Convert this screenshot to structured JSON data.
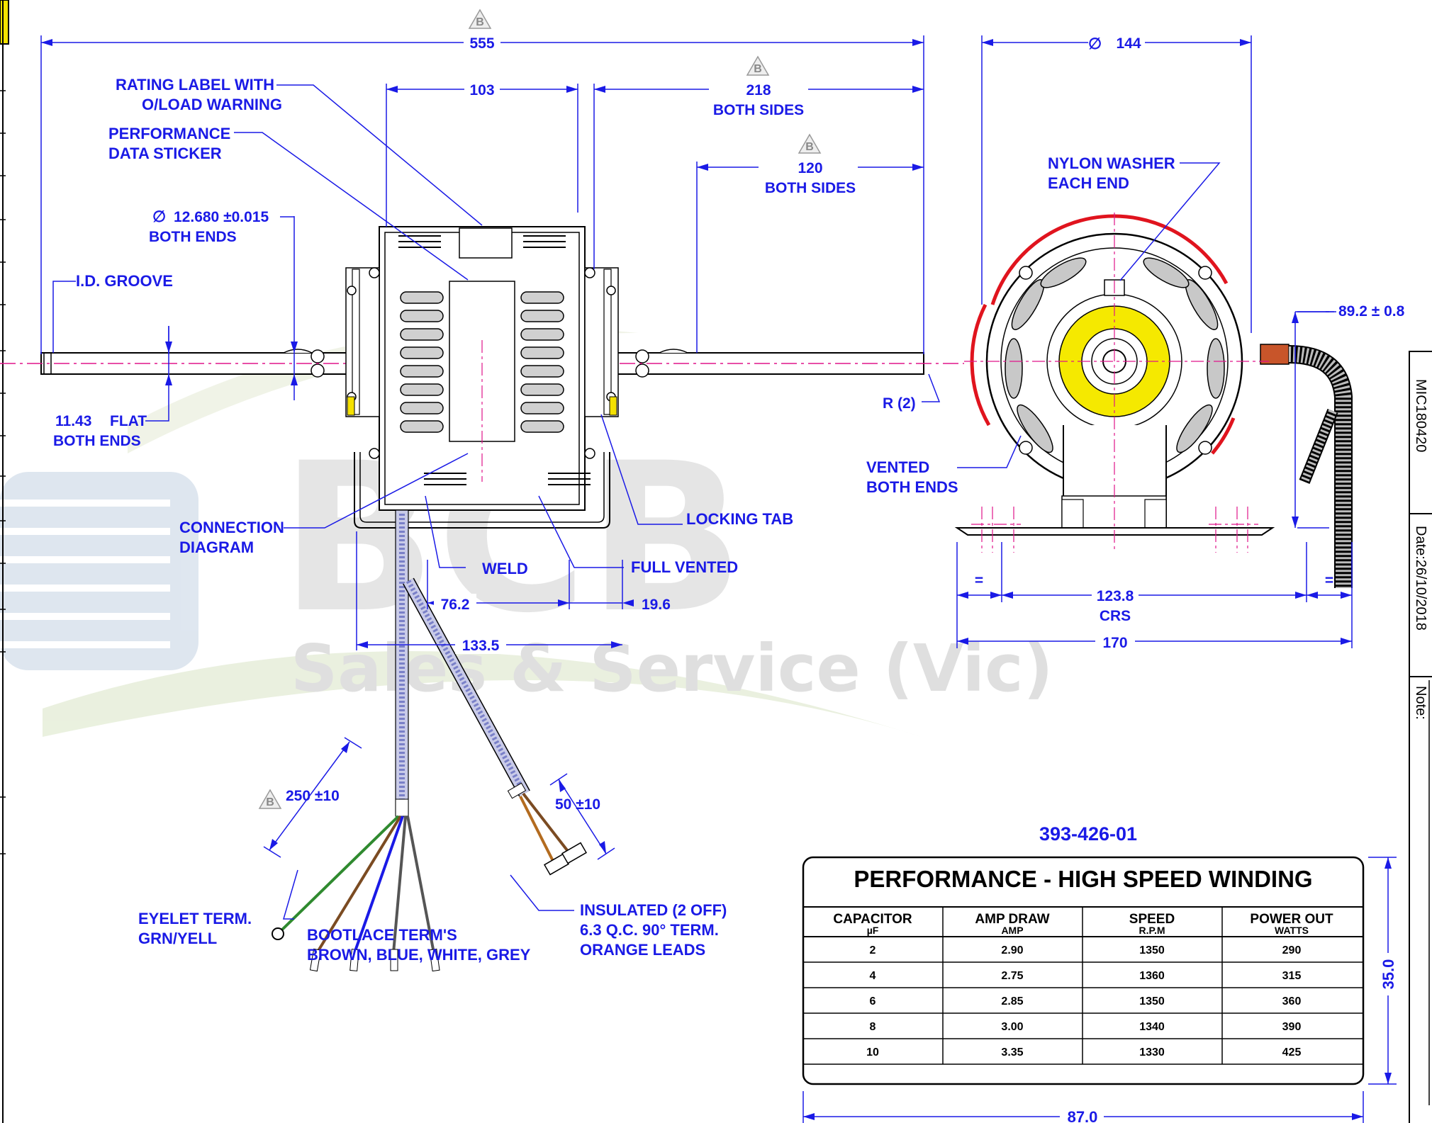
{
  "watermark": {
    "brand": "BCB",
    "subtitle": "Sales & Service (Vic)"
  },
  "dimensions": {
    "overall_length": "555",
    "body_width": "103",
    "shaft_218": "218",
    "shaft_218_note": "BOTH SIDES",
    "shaft_120": "120",
    "shaft_120_note": "BOTH SIDES",
    "diameter_144": "144",
    "shaft_dia": "12.680 ±0.015",
    "shaft_dia_note": "BOTH ENDS",
    "flat": "11.43",
    "flat_label": "FLAT",
    "flat_note": "BOTH ENDS",
    "radius": "R (2)",
    "mount_76": "76.2",
    "mount_196": "19.6",
    "mount_1335": "133.5",
    "lead_250": "250 ±10",
    "lead_50": "50 ±10",
    "height_892": "89.2 ± 0.8",
    "crs_1238": "123.8",
    "crs_label": "CRS",
    "base_170": "170",
    "equal": "=",
    "revision": "B"
  },
  "callouts": {
    "rating_label_1": "RATING LABEL WITH",
    "rating_label_2": "O/LOAD WARNING",
    "perf_sticker_1": "PERFORMANCE",
    "perf_sticker_2": "DATA STICKER",
    "id_groove": "I.D. GROOVE",
    "connection_1": "CONNECTION",
    "connection_2": "DIAGRAM",
    "weld": "WELD",
    "full_vented": "FULL VENTED",
    "locking_tab": "LOCKING TAB",
    "nylon_1": "NYLON WASHER",
    "nylon_2": "EACH END",
    "vented_1": "VENTED",
    "vented_2": "BOTH ENDS",
    "eyelet_1": "EYELET TERM.",
    "eyelet_2": "GRN/YELL",
    "bootlace_1": "BOOTLACE TERM'S",
    "bootlace_2": "BROWN, BLUE, WHITE, GREY",
    "insulated_1": "INSULATED (2 OFF)",
    "insulated_2": "6.3 Q.C. 90° TERM.",
    "insulated_3": "ORANGE LEADS"
  },
  "part_number": "393-426-01",
  "performance": {
    "title": "PERFORMANCE - HIGH SPEED WINDING",
    "headers": [
      {
        "main": "CAPACITOR",
        "unit": "µF"
      },
      {
        "main": "AMP DRAW",
        "unit": "AMP"
      },
      {
        "main": "SPEED",
        "unit": "R.P.M"
      },
      {
        "main": "POWER OUT",
        "unit": "WATTS"
      }
    ],
    "rows": [
      [
        "2",
        "2.90",
        "1350",
        "290"
      ],
      [
        "4",
        "2.75",
        "1360",
        "315"
      ],
      [
        "6",
        "2.85",
        "1350",
        "360"
      ],
      [
        "8",
        "3.00",
        "1340",
        "390"
      ],
      [
        "10",
        "3.35",
        "1330",
        "425"
      ]
    ],
    "table_height": "35.0",
    "table_width": "87.0"
  },
  "side_strip": {
    "code": "MIC180420",
    "date": "Date:26/10/2018",
    "note": "Note:"
  }
}
